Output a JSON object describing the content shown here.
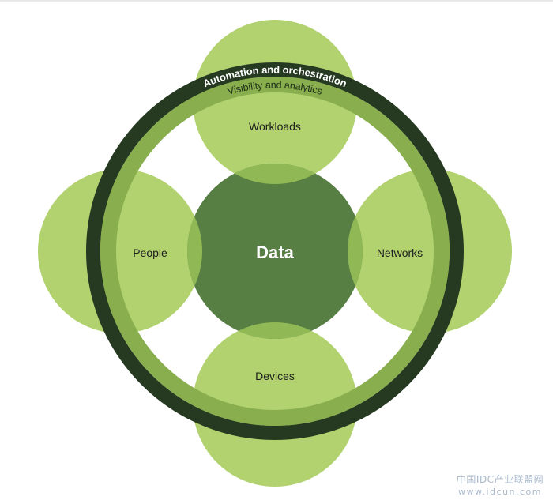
{
  "diagram": {
    "center_label": "Data",
    "nodes": {
      "top": "Workloads",
      "left": "People",
      "right": "Networks",
      "bottom": "Devices"
    },
    "outer_ring_label": "Automation and orchestration",
    "inner_ring_label": "Visibility and analytics",
    "colors": {
      "light_circle": "#b1d26f",
      "overlap": "#90b956",
      "center": "#577e43",
      "outer_ring": "#263a22",
      "inner_ring": "#88ae4d",
      "ring_text_outer": "#ffffff",
      "ring_text_inner": "#1f2f1a"
    }
  },
  "watermark": {
    "line1": "中国IDC产业联盟网",
    "line2": "www.idcun.com"
  }
}
